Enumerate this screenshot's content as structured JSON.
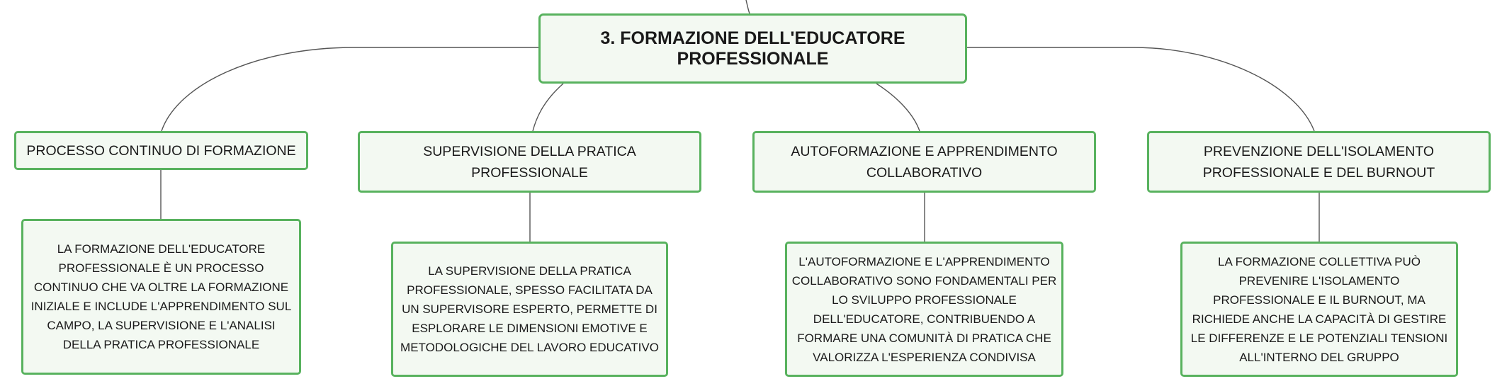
{
  "root": {
    "label": "3. FORMAZIONE DELL'EDUCATORE PROFESSIONALE"
  },
  "topics": [
    {
      "label": "PROCESSO CONTINUO DI FORMAZIONE",
      "detail": "LA FORMAZIONE DELL'EDUCATORE PROFESSIONALE È UN PROCESSO CONTINUO CHE VA OLTRE LA FORMAZIONE INIZIALE E INCLUDE L'APPRENDIMENTO SUL CAMPO, LA SUPERVISIONE E L'ANALISI DELLA PRATICA PROFESSIONALE"
    },
    {
      "label": "SUPERVISIONE DELLA PRATICA PROFESSIONALE",
      "detail": "LA SUPERVISIONE DELLA PRATICA PROFESSIONALE, SPESSO FACILITATA DA UN SUPERVISORE ESPERTO, PERMETTE DI ESPLORARE LE DIMENSIONI EMOTIVE E METODOLOGICHE DEL LAVORO EDUCATIVO"
    },
    {
      "label": "AUTOFORMAZIONE E APPRENDIMENTO COLLABORATIVO",
      "detail": "L'AUTOFORMAZIONE E L'APPRENDIMENTO COLLABORATIVO SONO FONDAMENTALI PER LO SVILUPPO PROFESSIONALE DELL'EDUCATORE, CONTRIBUENDO A FORMARE UNA COMUNITÀ DI PRATICA CHE VALORIZZA L'ESPERIENZA CONDIVISA"
    },
    {
      "label": "PREVENZIONE DELL'ISOLAMENTO PROFESSIONALE E DEL BURNOUT",
      "detail": "LA FORMAZIONE COLLETTIVA PUÒ PREVENIRE L'ISOLAMENTO PROFESSIONALE E IL BURNOUT, MA RICHIEDE ANCHE LA CAPACITÀ DI GESTIRE LE DIFFERENZE E LE POTENZIALI TENSIONI ALL'INTERNO DEL GRUPPO"
    }
  ],
  "colors": {
    "node_border": "#58b25e",
    "node_fill": "#f3f9f2",
    "connector": "#555555",
    "text": "#1a1a1a"
  }
}
